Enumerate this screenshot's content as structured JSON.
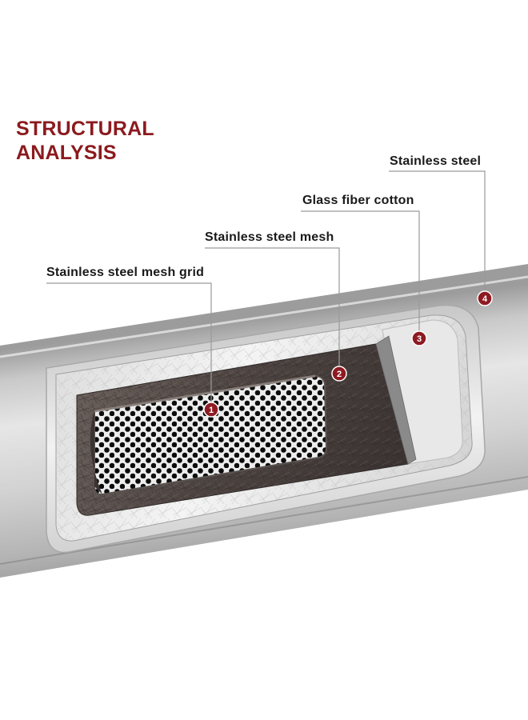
{
  "title": {
    "line1": "STRUCTURAL",
    "line2": "ANALYSIS"
  },
  "colors": {
    "title": "#8b1a1e",
    "badge": "#8e1b22",
    "leader_line": "#9a9a9a",
    "label_text": "#1a1a1a"
  },
  "layers": [
    {
      "number": "1",
      "label": "Stainless steel mesh grid"
    },
    {
      "number": "2",
      "label": "Stainless steel mesh"
    },
    {
      "number": "3",
      "label": "Glass fiber cotton"
    },
    {
      "number": "4",
      "label": "Stainless steel"
    }
  ]
}
